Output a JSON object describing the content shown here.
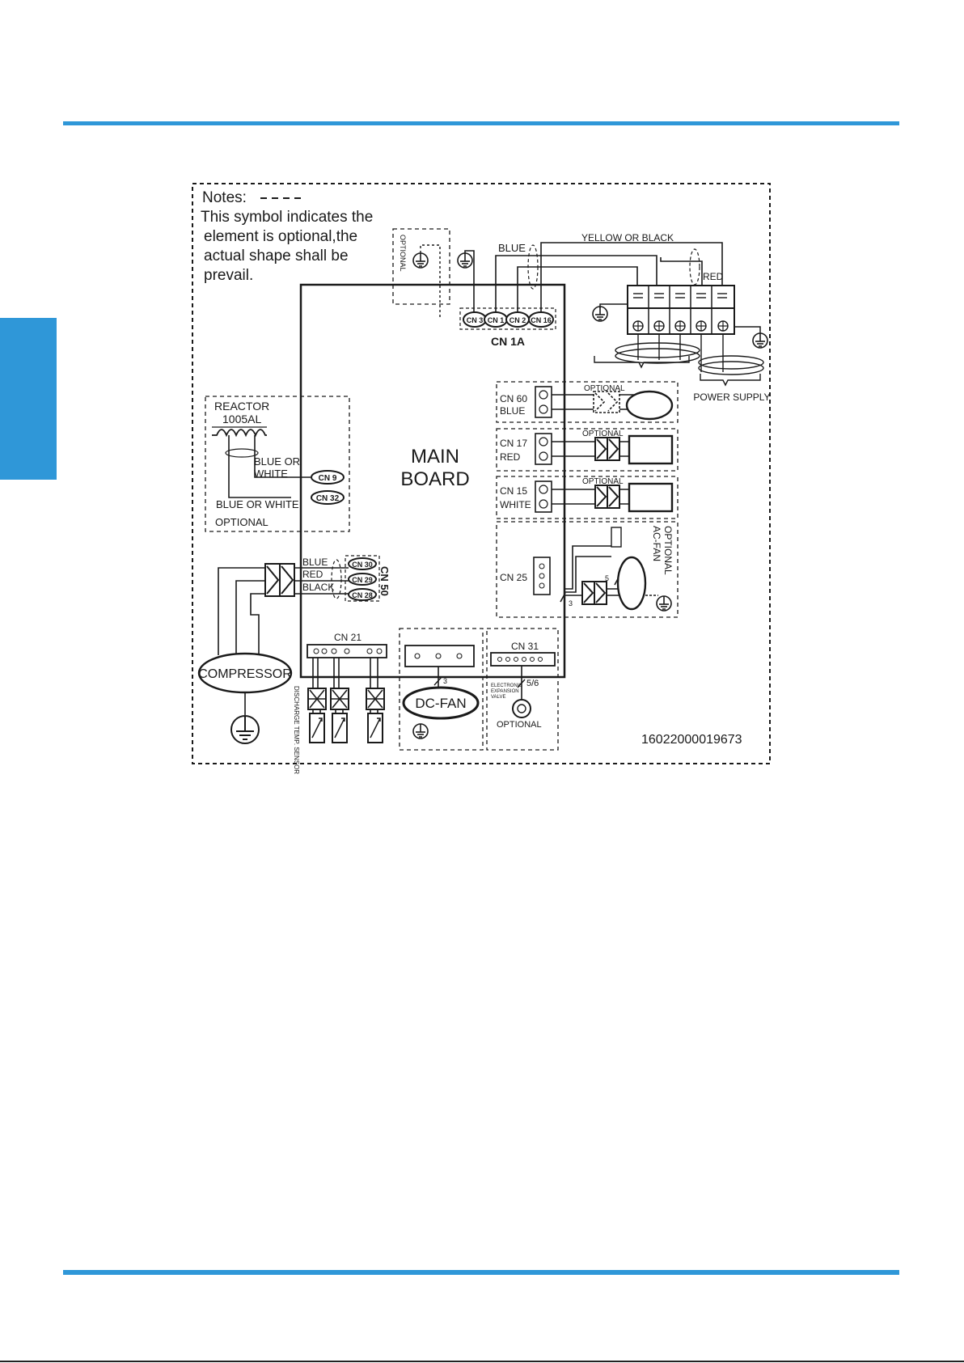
{
  "colors": {
    "accent": "#2f97d8",
    "ink": "#1a1a1a"
  },
  "notes": {
    "title": "Notes:",
    "line1": "This symbol indicates the",
    "line2": "element is  optional,the",
    "line3": "actual shape shall be",
    "line4": "prevail."
  },
  "main_board": {
    "line1": "MAIN",
    "line2": "BOARD"
  },
  "optional_label": "OPTIONAL",
  "cn1a": {
    "label": "CN 1A",
    "connectors": [
      "CN 3",
      "CN 1",
      "CN 2",
      "CN 16"
    ],
    "wire_blue": "BLUE",
    "wire_yellow_black": "YELLOW OR BLACK",
    "wire_red": "RED"
  },
  "power_supply": "POWER SUPPLY",
  "reactor": {
    "title": "REACTOR",
    "model": "1005AL",
    "wire1": "BLUE OR",
    "wire1b": "WHITE",
    "wire2": "BLUE OR WHITE",
    "optional": "OPTIONAL",
    "cn9": "CN 9",
    "cn32": "CN 32"
  },
  "cn60": {
    "name": "CN 60",
    "color": "BLUE",
    "optional": "OPTIONAL"
  },
  "cn17": {
    "name": "CN 17",
    "color": "RED",
    "optional": "OPTIONAL"
  },
  "cn15": {
    "name": "CN 15",
    "color": "WHITE",
    "optional": "OPTIONAL"
  },
  "cn25": {
    "name": "CN 25",
    "side_label1": "OPTIONAL",
    "side_label2": "AC-FAN",
    "pin5": "5",
    "pin3": "3"
  },
  "compressor": {
    "label": "COMPRESSOR",
    "wires": [
      "BLUE",
      "RED",
      "BLACK"
    ],
    "connectors": [
      "CN 30",
      "CN 29",
      "CN 28"
    ],
    "group": "CN 50"
  },
  "cn21": {
    "name": "CN 21",
    "sensor_label": "DISCHARGE TEMP. SENSOR"
  },
  "dc_fan": {
    "label": "DC-FAN",
    "pin": "3"
  },
  "cn31": {
    "name": "CN 31",
    "eev1": "ELECTRONIC",
    "eev2": "EXPANSION",
    "eev3": "VALVE",
    "pins": "5/6",
    "optional": "OPTIONAL"
  },
  "part_number": "16022000019673"
}
